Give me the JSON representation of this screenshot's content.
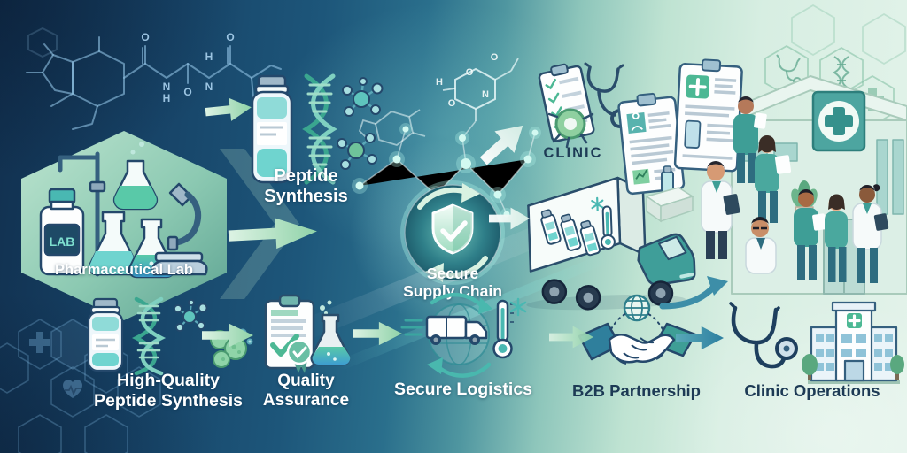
{
  "labels": {
    "pharma_lab": "Pharmaceutical Lab",
    "lab_bottle": "LAB",
    "peptide_line1": "Peptide",
    "peptide_line2": "Synthesis",
    "hq_line1": "High-Quality",
    "hq_line2": "Peptide Synthesis",
    "chain_line1": "Secure",
    "chain_line2": "Supply Chain",
    "qa_line1": "Quality",
    "qa_line2": "Assurance",
    "logistics": "Secure Logistics",
    "clinic": "CLINIC",
    "b2b": "B2B Partnership",
    "clinic_ops": "Clinic Operations"
  },
  "atoms": {
    "o": "O",
    "n": "N",
    "h": "H"
  },
  "colors": {
    "background_navy": "#14395d",
    "background_blue": "#1f5578",
    "background_teal": "#3f8498",
    "background_mint": "#cfe9db",
    "background_pale": "#e4f4ec",
    "accent_teal": "#35a39e",
    "accent_green": "#4cb894",
    "arrow_green": "#a9dcba",
    "arrow_teal": "#3d8ea8",
    "outline_navy": "#24486b",
    "label_light": "#ffffff",
    "label_dark": "#1d3a55",
    "glow_cyan": "#aef2e8"
  },
  "icons": {
    "pharma_lab": [
      "lab-bottle-icon",
      "flask-icon",
      "round-flask-icon",
      "microscope-icon",
      "lab-stand-icon"
    ],
    "peptide_synthesis": [
      "vial-icon",
      "dna-helix-icon",
      "molecule-icon"
    ],
    "high_quality": [
      "vial-icon",
      "dna-helix-icon",
      "molecule-icon",
      "peptide-cluster-icon"
    ],
    "secure_supply_chain": [
      "shield-check-icon",
      "cycle-arrows-icon"
    ],
    "quality_assurance": [
      "certificate-clipboard-icon",
      "ribbon-seal-icon",
      "flask-icon"
    ],
    "secure_logistics": [
      "express-truck-icon",
      "globe-icon",
      "cycle-arrows-icon",
      "thermometer-icon",
      "snowflake-icon"
    ],
    "clinic": [
      "checklist-clipboard-icon",
      "stethoscope-icon",
      "microbe-icon"
    ],
    "b2b_partnership": [
      "handshake-icon",
      "globe-icon"
    ],
    "clinic_operations": [
      "stethoscope-icon",
      "hospital-building-icon"
    ],
    "illustration": [
      "cold-chain-truck-icon",
      "medical-chart-icon",
      "clinic-building-icon",
      "doctor-figures",
      "chemical-structure",
      "molecular-network",
      "hexagon-pattern",
      "medical-cross-icon",
      "heart-pulse-icon",
      "dna-icon"
    ]
  }
}
